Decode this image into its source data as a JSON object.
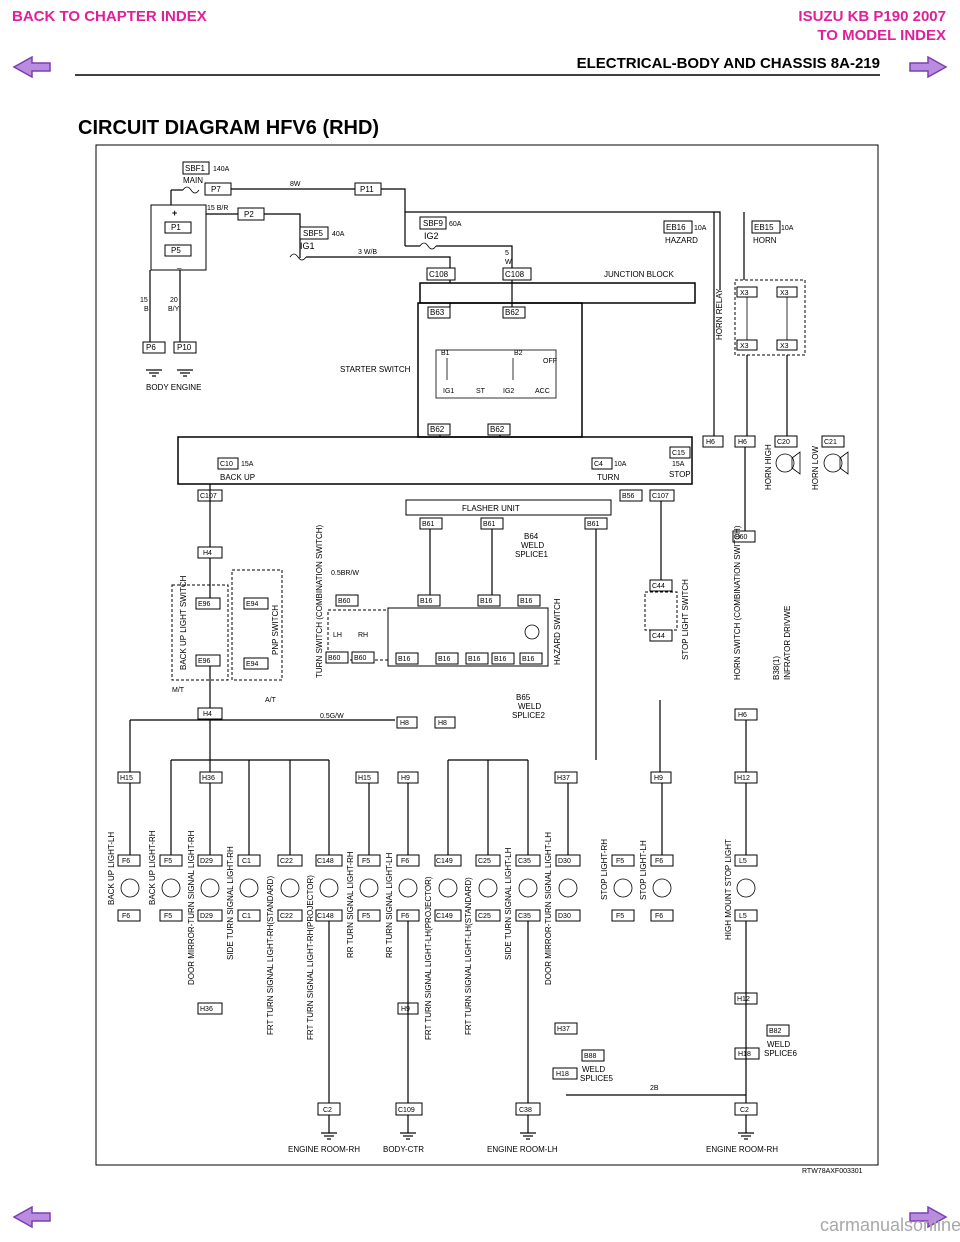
{
  "header": {
    "back_chapter": "BACK TO CHAPTER INDEX",
    "model_line1": "ISUZU KB P190 2007",
    "model_line2": "TO MODEL INDEX",
    "section_title": "ELECTRICAL-BODY AND CHASSIS  8A-219",
    "page_title": "CIRCUIT DIAGRAM HFV6 (RHD)"
  },
  "footer": {
    "watermark": "carmanualsonline.info",
    "diagram_code": "RTW78AXF003301"
  },
  "colors": {
    "link": "#e0209a",
    "arrow": "#7b3fb0",
    "arrow_fill": "#b98ce0"
  },
  "icons": [
    "prev-page-arrow-icon",
    "next-page-arrow-icon",
    "fuse-icon",
    "lamp-icon",
    "horn-icon",
    "ground-icon",
    "switch-icon",
    "battery-icon"
  ],
  "labels": {
    "sbf1": "SBF1",
    "sbf1_amp": "140A",
    "main": "MAIN",
    "p7": "P7",
    "w8": "8W",
    "p11": "P11",
    "br15": "15 B/R",
    "p2": "P2",
    "p1": "P1",
    "p5": "P5",
    "sbf9": "SBF9",
    "sbf9_amp": "60A",
    "ig2": "IG2",
    "sbf5": "SBF5",
    "sbf5_amp": "40A",
    "ig1": "IG1",
    "wb3": "3 W/B",
    "eb16": "EB16",
    "eb16_amp": "10A",
    "hazard": "HAZARD",
    "eb15": "EB15",
    "eb15_amp": "10A",
    "horn": "HORN",
    "c108": "C108",
    "junction": "JUNCTION BLOCK",
    "b63": "B63",
    "b62": "B62",
    "starter": "STARTER SWITCH",
    "b1": "B1",
    "b2": "B2",
    "off": "OFF",
    "acc": "ACC",
    "st": "ST",
    "horn_relay": "HORN RELAY",
    "x3": "X3",
    "body_engine": "BODY ENGINE",
    "p6": "P6",
    "p10": "P10",
    "c10": "C10",
    "c10_amp": "15A",
    "back_up": "BACK UP",
    "c4": "C4",
    "c4_amp": "10A",
    "turn": "TURN",
    "c15": "C15",
    "c15_amp": "15A",
    "stop": "STOP",
    "h6": "H6",
    "c20": "C20",
    "c21": "C21",
    "horn_high": "HORN HIGH",
    "horn_low": "HORN LOW",
    "c107": "C107",
    "b56": "B56",
    "flasher": "FLASHER UNIT",
    "b61": "B61",
    "b64": "B64",
    "weld": "WELD",
    "splice1": "SPLICE1",
    "h4": "H4",
    "e96": "E96",
    "e94": "E94",
    "backup_sw": "BACK UP LIGHT SWITCH",
    "pnp_sw": "PNP SWITCH",
    "mt": "M/T",
    "at": "A/T",
    "turn_sw": "TURN SWITCH (COMBINATION SWITCH)",
    "b60": "B60",
    "lh": "LH",
    "rh": "RH",
    "b16": "B16",
    "hazard_sw": "HAZARD SWITCH",
    "c44": "C44",
    "stop_sw": "STOP LIGHT SWITCH",
    "b65": "B65",
    "splice2": "SPLICE2",
    "horn_sw": "HORN SWITCH (COMBINATION SWITCH)",
    "b38": "B38(1)",
    "inflator": "INFRATOR DRIVWE",
    "h8": "H8",
    "h15": "H15",
    "h36": "H36",
    "h9": "H9",
    "h37": "H37",
    "h12": "H12",
    "f6": "F6",
    "f5": "F5",
    "d29": "D29",
    "d30": "D30",
    "c1": "C1",
    "c22": "C22",
    "c148": "C148",
    "c149": "C149",
    "c25": "C25",
    "c35": "C35",
    "l5": "L5",
    "bl_lh": "BACK UP LIGHT-LH",
    "bl_rh": "BACK UP LIGHT-RH",
    "dm_rh": "DOOR MIRROR-TURN SIGNAL LIGHT-RH",
    "side_rh": "SIDE TURN SIGNAL LIGHT-RH",
    "frt_rh_std": "FRT TURN SIGNAL LIGHT-RH(STANDARD)",
    "frt_rh_proj": "FRT TURN SIGNAL LIGHT-RH(PROJECTOR)",
    "rr_rh": "RR TURN SIGNAL LIGHT-RH",
    "rr_lh": "RR TURN SIGNAL LIGHT-LH",
    "frt_lh_proj": "FRT TURN SIGNAL LIGHT-LH(PROJECTOR)",
    "frt_lh_std": "FRT TURN SIGNAL LIGHT-LH(STANDARD)",
    "side_lh": "SIDE TURN SIGNAL LIGHT-LH",
    "dm_lh": "DOOR MIRROR-TURN SIGNAL LIGHT-LH",
    "stop_rh": "STOP LIGHT-RH",
    "stop_lh": "STOP LIGHT-LH",
    "hmsl": "HIGH MOUNT STOP LIGHT",
    "b88": "B88",
    "splice5": "SPLICE5",
    "b82": "B82",
    "splice6": "SPLICE6",
    "h18": "H18",
    "c2": "C2",
    "c109": "C109",
    "c38": "C38",
    "gnd_rh": "ENGINE ROOM-RH",
    "gnd_body": "BODY-CTR",
    "gnd_lh": "ENGINE ROOM-LH",
    "gnd_rh2": "ENGINE ROOM-RH",
    "b2b": "2B",
    "gw05": "0.5G/W",
    "brw05": "0.5BR/W"
  }
}
